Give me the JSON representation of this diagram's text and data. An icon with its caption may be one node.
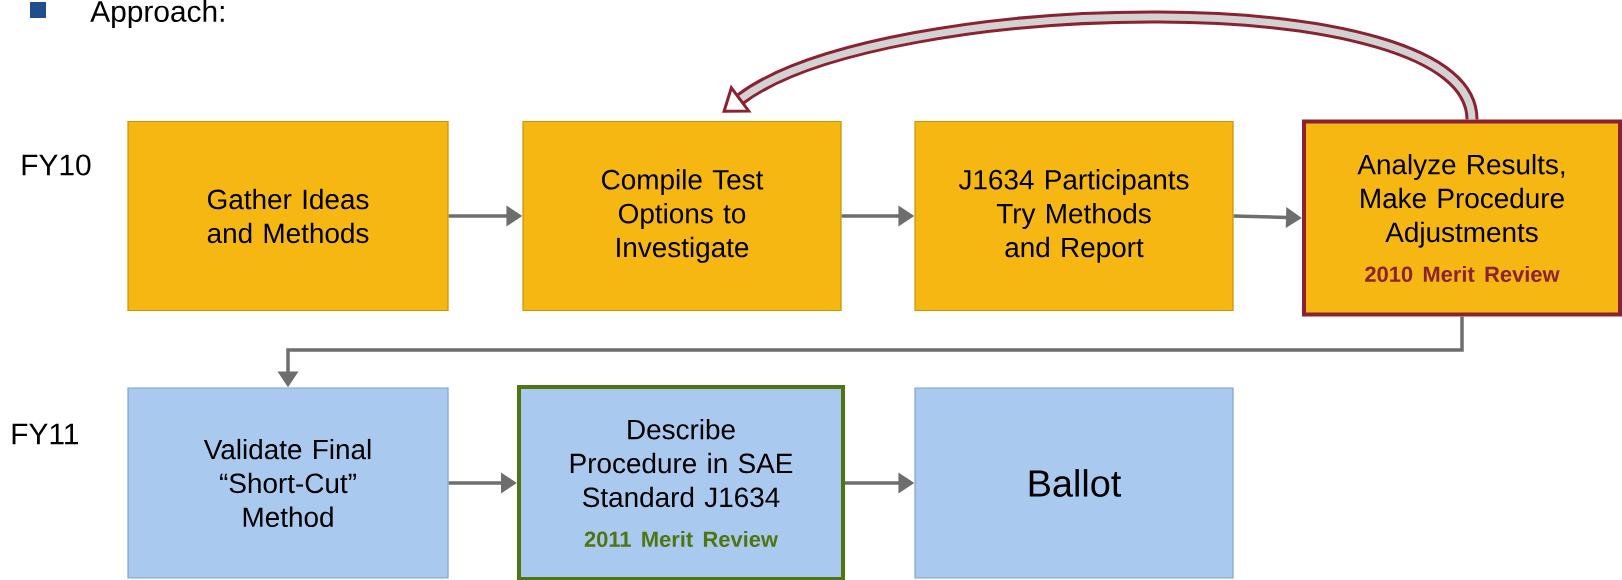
{
  "diagram": {
    "nodes": [
      {
        "text": [
          "Gather Ideas and Methods"
        ]
      },
      {
        "text": [
          "Compile Test Options to Investigate"
        ]
      },
      {
        "text": [
          "J1634 Participants Try Methods and Report"
        ]
      },
      {
        "text": [
          "Analyze Results, Make Procedure Adjustments",
          "2010 Merit Review"
        ]
      },
      {
        "text": [
          "Validate Final “Short-Cut” Method"
        ]
      },
      {
        "text": [
          "Describe Procedure in SAE Standard J1634",
          "2011 Merit Review"
        ]
      },
      {
        "text": [
          "Ballot"
        ]
      }
    ],
    "edges": [
      {
        "from": 0,
        "to": 1,
        "arrow": "to"
      },
      {
        "from": 1,
        "to": 2,
        "arrow": "to"
      },
      {
        "from": 2,
        "to": 3,
        "arrow": "to"
      },
      {
        "from": 3,
        "to": 4,
        "arrow": "to"
      },
      {
        "from": 4,
        "to": 5,
        "arrow": "to"
      },
      {
        "from": 5,
        "to": 6,
        "arrow": "to"
      },
      {
        "from": 3,
        "to": 1,
        "arrow": "to",
        "style": "thick",
        "color": "#8b2232"
      }
    ],
    "labels": [
      "Approach:",
      "FY10",
      "FY11"
    ]
  }
}
